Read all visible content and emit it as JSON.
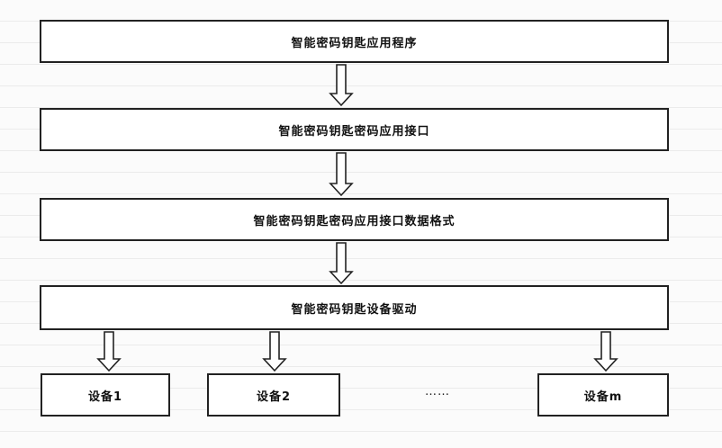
{
  "layers": {
    "app": "智能密码钥匙应用程序",
    "api": "智能密码钥匙密码应用接口",
    "format": "智能密码钥匙密码应用接口数据格式",
    "driver": "智能密码钥匙设备驱动"
  },
  "devices": {
    "device1": "设备1",
    "device2": "设备2",
    "ellipsis": "……",
    "devicem": "设备m"
  }
}
